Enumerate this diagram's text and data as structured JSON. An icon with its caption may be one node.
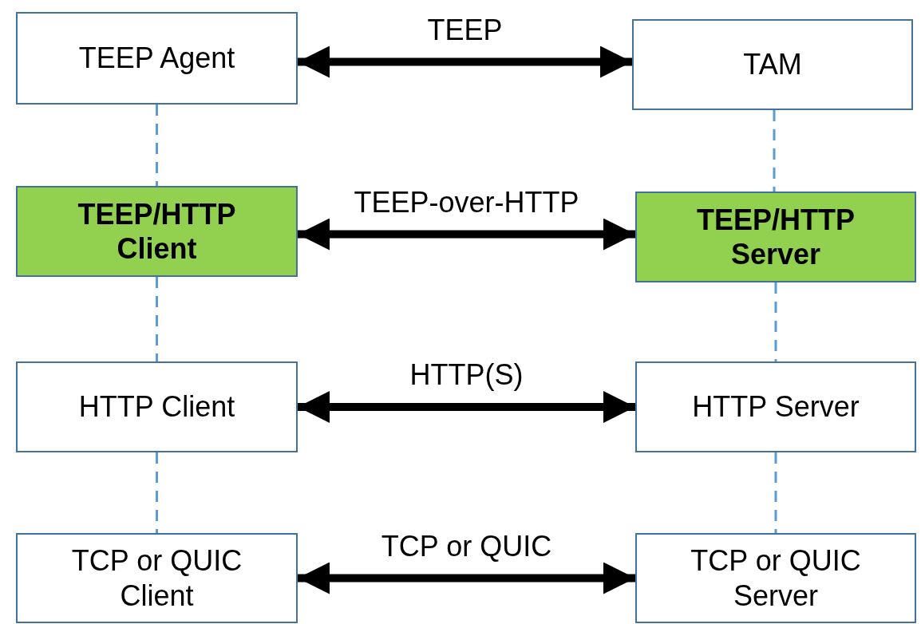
{
  "diagram": {
    "nodes": [
      {
        "text": [
          "TEEP Agent"
        ]
      },
      {
        "text": [
          "TAM"
        ]
      },
      {
        "text": [
          "TEEP/HTTP Client"
        ]
      },
      {
        "text": [
          "TEEP/HTTP Server"
        ]
      },
      {
        "text": [
          "HTTP Client"
        ]
      },
      {
        "text": [
          "HTTP Server"
        ]
      },
      {
        "text": [
          "TCP or QUIC Client"
        ]
      },
      {
        "text": [
          "TCP or QUIC Server"
        ]
      }
    ],
    "edges": [
      {
        "from": 0,
        "to": 1,
        "arrow": "both",
        "label": "TEEP",
        "style": "thick",
        "color": "#000000"
      },
      {
        "from": 2,
        "to": 3,
        "arrow": "both",
        "label": "TEEP-over-HTTP",
        "style": "thick",
        "color": "#000000"
      },
      {
        "from": 4,
        "to": 5,
        "arrow": "both",
        "label": "HTTP(S)",
        "style": "thick",
        "color": "#000000"
      },
      {
        "from": 6,
        "to": 7,
        "arrow": "both",
        "label": "TCP or QUIC",
        "style": "thick",
        "color": "#000000"
      },
      {
        "from": 0,
        "to": 2,
        "arrow": "none",
        "style": "dashed",
        "color": "#5b9bd5"
      },
      {
        "from": 2,
        "to": 4,
        "arrow": "none",
        "style": "dashed",
        "color": "#5b9bd5"
      },
      {
        "from": 4,
        "to": 6,
        "arrow": "none",
        "style": "dashed",
        "color": "#5b9bd5"
      },
      {
        "from": 1,
        "to": 3,
        "arrow": "none",
        "style": "dashed",
        "color": "#5b9bd5"
      },
      {
        "from": 3,
        "to": 5,
        "arrow": "none",
        "style": "dashed",
        "color": "#5b9bd5"
      },
      {
        "from": 5,
        "to": 7,
        "arrow": "none",
        "style": "dashed",
        "color": "#5b9bd5"
      }
    ]
  }
}
